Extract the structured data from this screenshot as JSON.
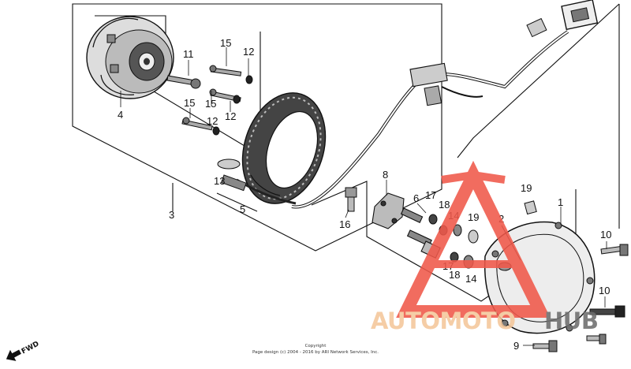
{
  "diagram": {
    "callouts": [
      "11",
      "15",
      "12",
      "15",
      "12",
      "15",
      "12",
      "4",
      "3",
      "13",
      "5",
      "8",
      "6",
      "17",
      "18",
      "14",
      "19",
      "19",
      "1",
      "2",
      "10",
      "10",
      "16",
      "18",
      "17",
      "14",
      "9"
    ],
    "fwd_label": "FWD",
    "copyright": {
      "line1": "Copyright",
      "line2": "Page design (c) 2004 - 2016 by ARI Network Services, Inc."
    }
  },
  "watermark": {
    "brand_part1": "AUTOMOTO",
    "brand_part2": "HUB",
    "colors": {
      "primary": "#f0584a",
      "secondary": "#f4c79a",
      "dark": "#6e6e6e"
    }
  }
}
